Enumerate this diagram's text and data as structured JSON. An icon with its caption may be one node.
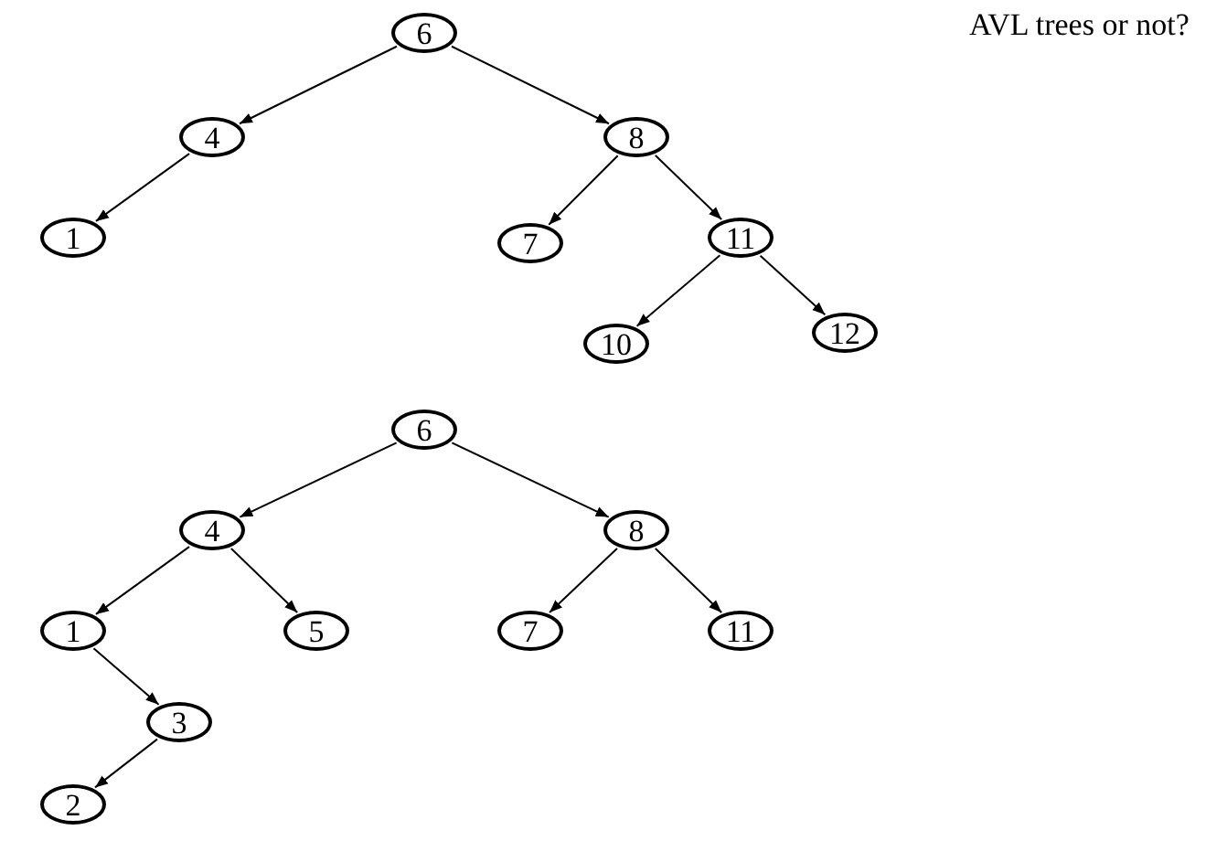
{
  "diagram": {
    "nodes": [
      {
        "text": [
          "6"
        ]
      },
      {
        "text": [
          "4"
        ]
      },
      {
        "text": [
          "8"
        ]
      },
      {
        "text": [
          "1"
        ]
      },
      {
        "text": [
          "7"
        ]
      },
      {
        "text": [
          "11"
        ]
      },
      {
        "text": [
          "10"
        ]
      },
      {
        "text": [
          "12"
        ]
      },
      {
        "text": [
          "6"
        ]
      },
      {
        "text": [
          "4"
        ]
      },
      {
        "text": [
          "8"
        ]
      },
      {
        "text": [
          "1"
        ]
      },
      {
        "text": [
          "5"
        ]
      },
      {
        "text": [
          "7"
        ]
      },
      {
        "text": [
          "11"
        ]
      },
      {
        "text": [
          "3"
        ]
      },
      {
        "text": [
          "2"
        ]
      }
    ],
    "edges": [
      {
        "from": 0,
        "to": 1,
        "arrow": "to"
      },
      {
        "from": 0,
        "to": 2,
        "arrow": "to"
      },
      {
        "from": 1,
        "to": 3,
        "arrow": "to"
      },
      {
        "from": 2,
        "to": 4,
        "arrow": "to"
      },
      {
        "from": 2,
        "to": 5,
        "arrow": "to"
      },
      {
        "from": 5,
        "to": 6,
        "arrow": "to"
      },
      {
        "from": 5,
        "to": 7,
        "arrow": "to"
      },
      {
        "from": 8,
        "to": 9,
        "arrow": "to"
      },
      {
        "from": 8,
        "to": 10,
        "arrow": "to"
      },
      {
        "from": 9,
        "to": 11,
        "arrow": "to"
      },
      {
        "from": 9,
        "to": 12,
        "arrow": "to"
      },
      {
        "from": 10,
        "to": 13,
        "arrow": "to"
      },
      {
        "from": 10,
        "to": 14,
        "arrow": "to"
      },
      {
        "from": 11,
        "to": 15,
        "arrow": "to"
      },
      {
        "from": 15,
        "to": 16,
        "arrow": "to"
      }
    ],
    "labels": [
      "AVL trees or not?"
    ]
  }
}
